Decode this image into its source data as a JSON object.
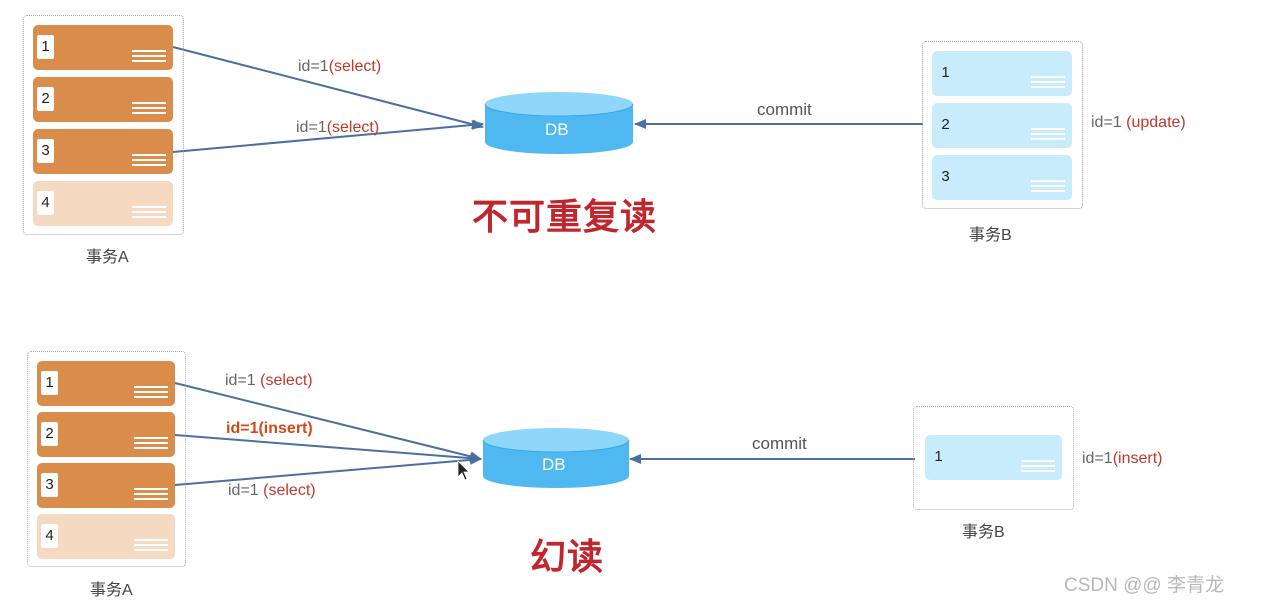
{
  "section1": {
    "txn_a": {
      "caption": "事务A",
      "steps": [
        "1",
        "2",
        "3",
        "4"
      ]
    },
    "txn_b": {
      "caption": "事务B",
      "steps": [
        "1",
        "2",
        "3"
      ]
    },
    "db_label": "DB",
    "query1": {
      "prefix": "id=1",
      "op": "(select)"
    },
    "query2": {
      "prefix": "id=1",
      "op": "(select)"
    },
    "commit": "commit",
    "update": {
      "prefix": "id=1 ",
      "op": "(update)"
    },
    "title": "不可重复读"
  },
  "section2": {
    "txn_a": {
      "caption": "事务A",
      "steps": [
        "1",
        "2",
        "3",
        "4"
      ]
    },
    "txn_b": {
      "caption": "事务B",
      "steps": [
        "1"
      ]
    },
    "db_label": "DB",
    "query1": {
      "prefix": "id=1 ",
      "op": "(select)"
    },
    "query2": {
      "prefix": "id=1",
      "op": "(insert)"
    },
    "query3": {
      "prefix": "id=1 ",
      "op": "(select)"
    },
    "commit": "commit",
    "insert": {
      "prefix": "id=1",
      "op": "(insert)"
    },
    "title": "幻读"
  },
  "watermark": "CSDN @@ 李青龙",
  "colors": {
    "step_solid": "#da8d4a",
    "step_light": "#f5d9c1",
    "step_blue": "#c8ecfb",
    "db_fill": "#4fb8f0",
    "arrow": "#4a6fa0",
    "title_red": "#c0262d"
  }
}
